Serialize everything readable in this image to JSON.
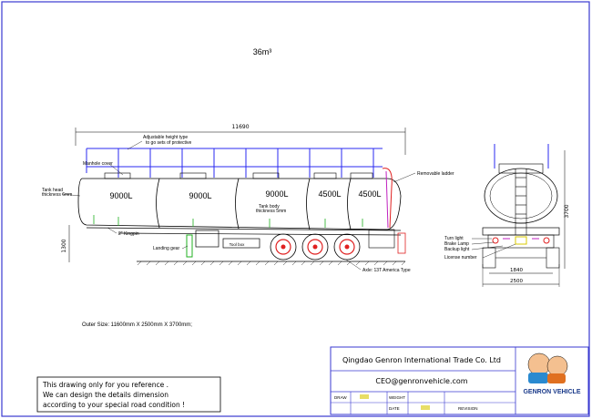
{
  "drawing": {
    "volume": "36m³",
    "overall_length": "11690",
    "height_dim": "3700",
    "axle_height": "1300",
    "track_width": "1840",
    "overall_width": "2500",
    "outer_size": "Outer Size: 11600mm X 2500mm X 3700mm;",
    "axle_label": "Axle: 13T  America Type",
    "compartments": [
      "9000L",
      "9000L",
      "9000L",
      "4500L",
      "4500L"
    ]
  },
  "callouts": {
    "height_type": "Adjustable height type",
    "protective": "to go sets of protective",
    "manhole": "Manhole cover",
    "tank_head": "Tank head",
    "tank_head_thickness": "thickness 6mm",
    "kingpin": "2\" Kingpin",
    "tank_body": "Tank body",
    "tank_body_thickness": "thickness 5mm",
    "landing_gear": "Landing gear",
    "tool_box": "Tool box",
    "removable_ladder": "Removable ladder",
    "turn_light": "Turn light",
    "brake_lamp": "Brake Lamp",
    "backup_light": "Backup light",
    "license_number": "License number"
  },
  "notes": {
    "line1": "This drawing only for you reference .",
    "line2": "We can design the details dimension",
    "line3": "according to your special road condition !"
  },
  "title_block": {
    "company": "Qingdao Genron International Trade Co. Ltd",
    "email": "CEO@genronvehicle.com",
    "draw_label": "DRAW",
    "weight_label": "WEIGHT",
    "date_label": "DATE",
    "revision_label": "REVISION",
    "logo_text": "GENRON VEHICLE"
  },
  "colors": {
    "line": "#000000",
    "border": "#3a3ad0",
    "guardrail": "#2a2af0",
    "red": "#e02020",
    "green": "#20b020",
    "yellow": "#d8c800",
    "magenta": "#c020c0"
  }
}
